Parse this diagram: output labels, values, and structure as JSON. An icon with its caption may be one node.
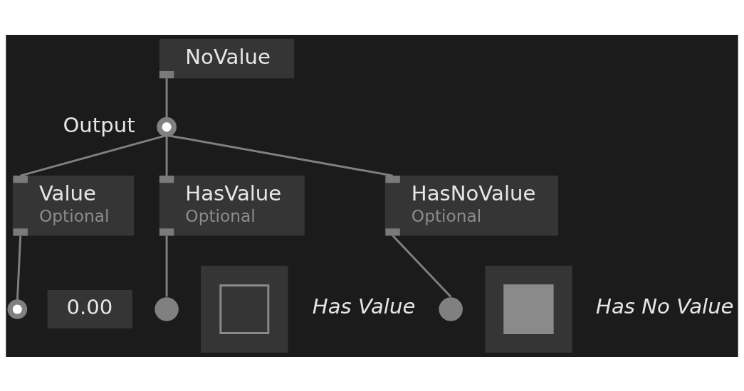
{
  "diagram": {
    "nodes": [
      {
        "text": [
          "NoValue"
        ]
      },
      {
        "text": [],
        "shape": "circle",
        "beside": [
          "Output"
        ]
      },
      {
        "text": [
          "Value",
          "Optional"
        ]
      },
      {
        "text": [
          "HasValue",
          "Optional"
        ]
      },
      {
        "text": [
          "HasNoValue",
          "Optional"
        ]
      },
      {
        "text": [],
        "shape": "circle"
      },
      {
        "text": [
          "0.00"
        ]
      },
      {
        "text": [],
        "shape": "circle"
      },
      {
        "text": [],
        "shape": "box",
        "beside": [
          "Has Value"
        ]
      },
      {
        "text": [],
        "shape": "circle"
      },
      {
        "text": [],
        "shape": "box",
        "beside": [
          "Has No Value"
        ]
      }
    ],
    "edges": [
      {
        "from": 0,
        "to": 1,
        "arrow": "none"
      },
      {
        "from": 1,
        "to": 2,
        "arrow": "none"
      },
      {
        "from": 1,
        "to": 3,
        "arrow": "none"
      },
      {
        "from": 1,
        "to": 4,
        "arrow": "none"
      },
      {
        "from": 2,
        "to": 5,
        "arrow": "none"
      },
      {
        "from": 3,
        "to": 7,
        "arrow": "none"
      },
      {
        "from": 4,
        "to": 9,
        "arrow": "none"
      }
    ]
  }
}
